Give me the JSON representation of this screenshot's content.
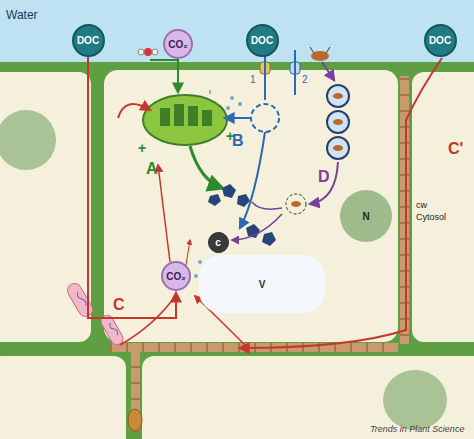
{
  "diagram": {
    "nodes": [
      {
        "text": [
          "DOC"
        ]
      },
      {
        "text": [
          "CO₂"
        ]
      },
      {
        "text": [
          "DOC"
        ]
      },
      {
        "text": [
          "DOC"
        ]
      },
      {
        "text": [
          "c"
        ]
      },
      {
        "text": [
          "N"
        ]
      },
      {
        "text": [
          "V"
        ]
      },
      {
        "text": [
          "CO₂"
        ]
      }
    ],
    "edges": [
      {
        "from": 0,
        "to": 7,
        "arrow": "to"
      }
    ],
    "labels": [
      "Water",
      "cw",
      "Cytosol",
      "1",
      "2",
      "+",
      "+",
      "A",
      "B",
      "D",
      "C",
      "C'",
      "Trends in Plant Science"
    ]
  }
}
